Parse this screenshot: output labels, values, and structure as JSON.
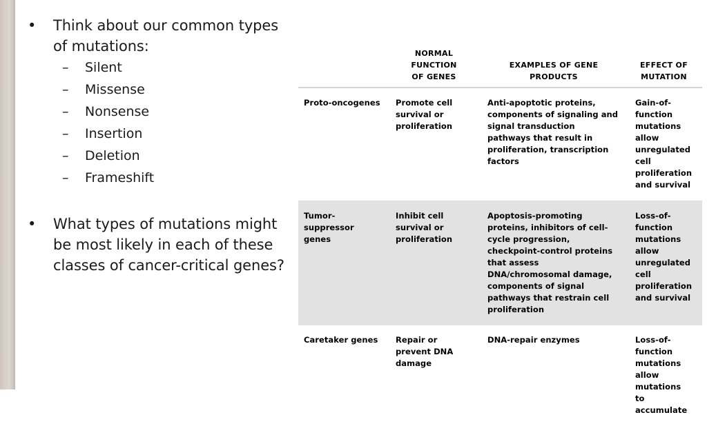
{
  "slide": {
    "background_color": "#ffffff",
    "stripe_color": "#d6cec8"
  },
  "bullets": [
    {
      "marker": "•",
      "text": "Think about our common types of mutations:",
      "level": 1
    },
    {
      "marker": "–",
      "text": "Silent",
      "level": 2
    },
    {
      "marker": "–",
      "text": "Missense",
      "level": 2
    },
    {
      "marker": "–",
      "text": "Nonsense",
      "level": 2
    },
    {
      "marker": "–",
      "text": "Insertion",
      "level": 2
    },
    {
      "marker": "–",
      "text": "Deletion",
      "level": 2
    },
    {
      "marker": "–",
      "text": "Frameshift",
      "level": 2
    },
    {
      "marker": "•",
      "text": "What types of mutations might be most likely in each of these classes of cancer-critical genes?",
      "level": 1
    }
  ],
  "table": {
    "headers": [
      "",
      "NORMAL FUNCTION OF GENES",
      "EXAMPLES OF GENE PRODUCTS",
      "EFFECT OF MUTATION"
    ],
    "header_lines": [
      [],
      [
        "NORMAL",
        "FUNCTION",
        "OF GENES"
      ],
      [
        "EXAMPLES OF GENE",
        "PRODUCTS"
      ],
      [
        "EFFECT OF",
        "MUTATION"
      ]
    ],
    "rows": [
      {
        "shaded": false,
        "gene_class": "Proto-oncogenes",
        "normal_function": "Promote cell survival or proliferation",
        "gene_products": "Anti-apoptotic proteins, components of signaling and signal transduction pathways that result in proliferation, transcription factors",
        "effect_of_mutation": "Gain-of-function mutations allow unregulated cell proliferation and survival"
      },
      {
        "shaded": true,
        "gene_class": "Tumor-suppressor genes",
        "normal_function": "Inhibit cell survival or proliferation",
        "gene_products": "Apoptosis-promoting proteins, inhibitors of cell-cycle progression, checkpoint-control proteins that assess DNA/chromosomal damage, components of signal pathways that restrain cell proliferation",
        "effect_of_mutation": "Loss-of-function mutations allow unregulated cell proliferation and survival"
      },
      {
        "shaded": false,
        "gene_class": "Caretaker genes",
        "normal_function": "Repair or prevent DNA damage",
        "gene_products": "DNA-repair enzymes",
        "effect_of_mutation": "Loss-of-function mutations allow mutations to accumulate"
      }
    ]
  }
}
